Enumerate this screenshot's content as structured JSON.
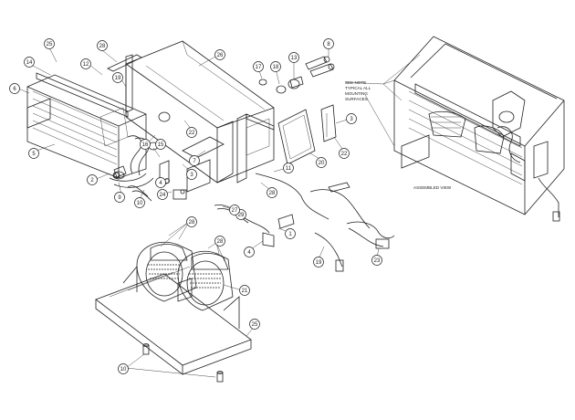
{
  "note": {
    "line1": "SEE NOTE",
    "line2": "TYPICAL ALL",
    "line3": "MOUNTING",
    "line4": "SURFACES"
  },
  "assembled_view_label": "ASSEMBLED VIEW",
  "callouts": {
    "c1": "25",
    "c2": "14",
    "c3": "6",
    "c4": "28",
    "c5": "26",
    "c6": "12",
    "c7": "19",
    "c8": "5",
    "c9": "9",
    "c10": "2",
    "c11": "16",
    "c12": "15",
    "c13": "22",
    "c14": "10",
    "c15": "3",
    "c16": "4",
    "c17": "24",
    "c18": "7",
    "c19": "17",
    "c20": "18",
    "c21": "13",
    "c22": "8",
    "c23": "11",
    "c24": "28",
    "c25": "29",
    "c26": "3",
    "c27": "20",
    "c28": "22",
    "c29": "23",
    "c30": "4",
    "c31": "1",
    "c32": "19",
    "c33": "27",
    "c34": "28",
    "c35": "28",
    "c36": "21",
    "c37": "25",
    "c38": "10"
  }
}
